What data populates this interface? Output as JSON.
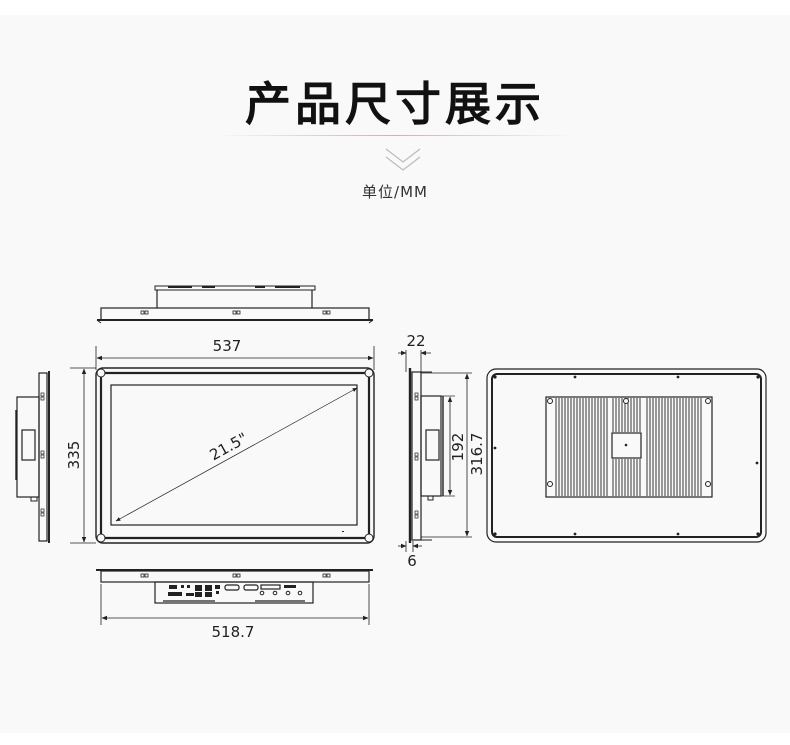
{
  "header": {
    "title": "产品尺寸展示",
    "unit_label": "单位/MM",
    "chevron_icon": "double-chevron-down-icon"
  },
  "colors": {
    "background": "#f9f9f9",
    "line": "#222222",
    "text": "#111111"
  },
  "views": {
    "front": {
      "width_label": "537",
      "height_label": "335",
      "diagonal_label": "21.5\""
    },
    "side": {
      "depth_label": "22",
      "bezel_label": "6",
      "inner_height_label": "192",
      "outer_height_label": "316.7"
    },
    "bottom": {
      "width_label": "518.7"
    }
  }
}
